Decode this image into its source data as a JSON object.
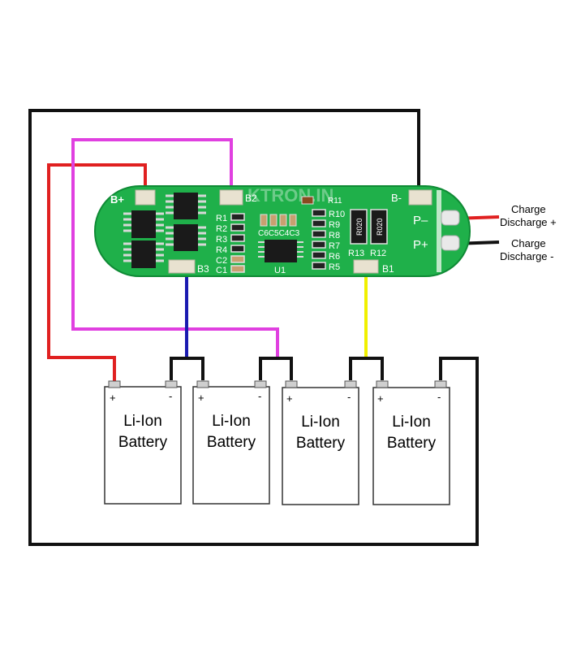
{
  "board": {
    "watermark": "KTRON.IN",
    "pads": {
      "bplus": "B+",
      "b2": "B2",
      "b3": "B3",
      "b1": "B1",
      "bminus": "B-"
    },
    "outputs": {
      "pminus": "P–",
      "pplus": "P+"
    },
    "resistors_left": [
      "R1",
      "R2",
      "R3",
      "R4",
      "C2",
      "C1"
    ],
    "caps": "C6C5C4C3",
    "ic_label": "U1",
    "r11": "R11",
    "resistors_right": [
      "R10",
      "R9",
      "R8",
      "R7",
      "R6",
      "R5"
    ],
    "shunt_labels": [
      "R020",
      "R020"
    ],
    "shunt_refs": [
      "R13",
      "R12"
    ]
  },
  "external": {
    "charge_plus": [
      "Charge",
      "Discharge +"
    ],
    "charge_minus": [
      "Charge",
      "Discharge -"
    ]
  },
  "batteries": [
    {
      "plus": "+",
      "minus": "-",
      "line1": "Li-Ion",
      "line2": "Battery"
    },
    {
      "plus": "+",
      "minus": "-",
      "line1": "Li-Ion",
      "line2": "Battery"
    },
    {
      "plus": "+",
      "minus": "-",
      "line1": "Li-Ion",
      "line2": "Battery"
    },
    {
      "plus": "+",
      "minus": "-",
      "line1": "Li-Ion",
      "line2": "Battery"
    }
  ],
  "colors": {
    "pcb": "#1fb04a",
    "pcb_dark": "#0f8a35",
    "wire_black": "#111111",
    "wire_red": "#e02020",
    "wire_magenta": "#e040e0",
    "wire_blue": "#1a1ab0",
    "wire_yellow": "#f0f000"
  }
}
